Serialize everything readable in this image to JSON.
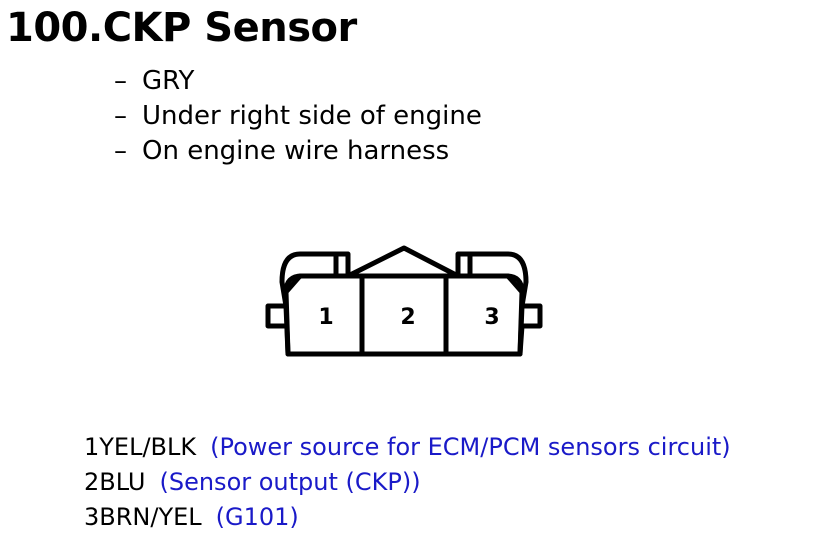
{
  "title": "100.CKP Sensor",
  "info": [
    {
      "dash": "–",
      "text": "GRY"
    },
    {
      "dash": "–",
      "text": "Under right side of engine"
    },
    {
      "dash": "–",
      "text": "On engine wire harness"
    }
  ],
  "connector": {
    "pin_numbers": [
      "1",
      "2",
      "3"
    ]
  },
  "pins": [
    {
      "id": "1YEL/BLK",
      "desc": "(Power source for ECM/PCM sensors circuit)"
    },
    {
      "id": "2BLU",
      "desc": "(Sensor output (CKP))"
    },
    {
      "id": "3BRN/YEL",
      "desc": "(G101)"
    }
  ],
  "colors": {
    "text": "#000000",
    "description": "#1a1ac8",
    "outline": "#000000"
  }
}
